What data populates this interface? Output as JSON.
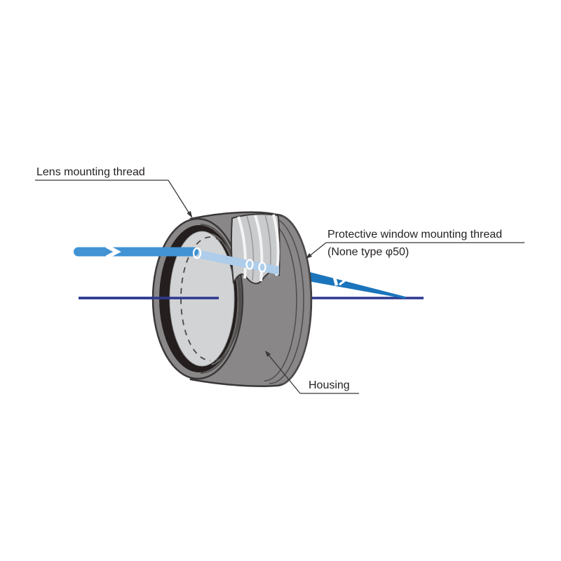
{
  "diagram": {
    "kind": "optical-lens-housing-cutaway",
    "labels": {
      "lens_thread": "Lens mounting thread",
      "window_thread_line1": "Protective window mounting thread",
      "window_thread_line2": "(None type φ50)",
      "housing": "Housing"
    },
    "colors": {
      "beam_solid": "#4193d3",
      "beam_light": "#aecdea",
      "beam_exit": "#1b75bc",
      "axis": "#2b3990",
      "housing_gray": "#8a8788",
      "housing_outline": "#3b3838",
      "bore_black": "#241f1e",
      "lens_gray": "#d2d3d4",
      "label_text": "#231f20"
    }
  }
}
